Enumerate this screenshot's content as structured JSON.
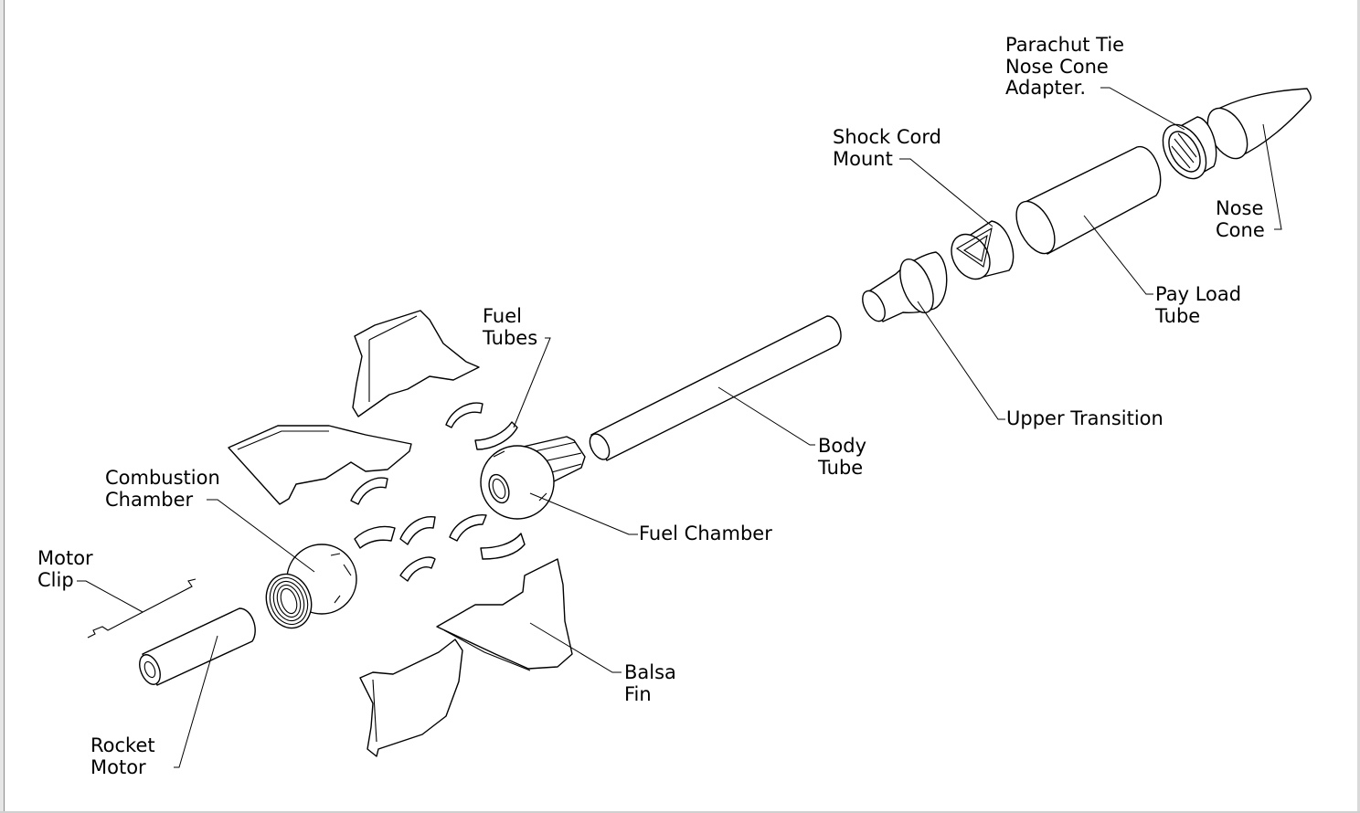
{
  "diagram": {
    "title": "",
    "labels": {
      "parachute_tie": [
        "Parachut Tie",
        "Nose Cone",
        "Adapter."
      ],
      "shock_cord_mount": [
        "Shock Cord",
        "Mount"
      ],
      "nose_cone": [
        "Nose",
        "Cone"
      ],
      "pay_load_tube": [
        "Pay Load",
        "Tube"
      ],
      "upper_transition": [
        "Upper Transition"
      ],
      "fuel_tubes": [
        "Fuel",
        "Tubes"
      ],
      "body_tube": [
        "Body",
        "Tube"
      ],
      "combustion_chamber": [
        "Combustion",
        "Chamber"
      ],
      "fuel_chamber": [
        "Fuel Chamber"
      ],
      "motor_clip": [
        "Motor",
        "Clip"
      ],
      "balsa_fin": [
        "Balsa",
        "Fin"
      ],
      "rocket_motor": [
        "Rocket",
        "Motor"
      ]
    }
  },
  "style": {
    "line_color": "#000000",
    "background": "#ffffff",
    "frame_color": "#8a8a8a"
  }
}
